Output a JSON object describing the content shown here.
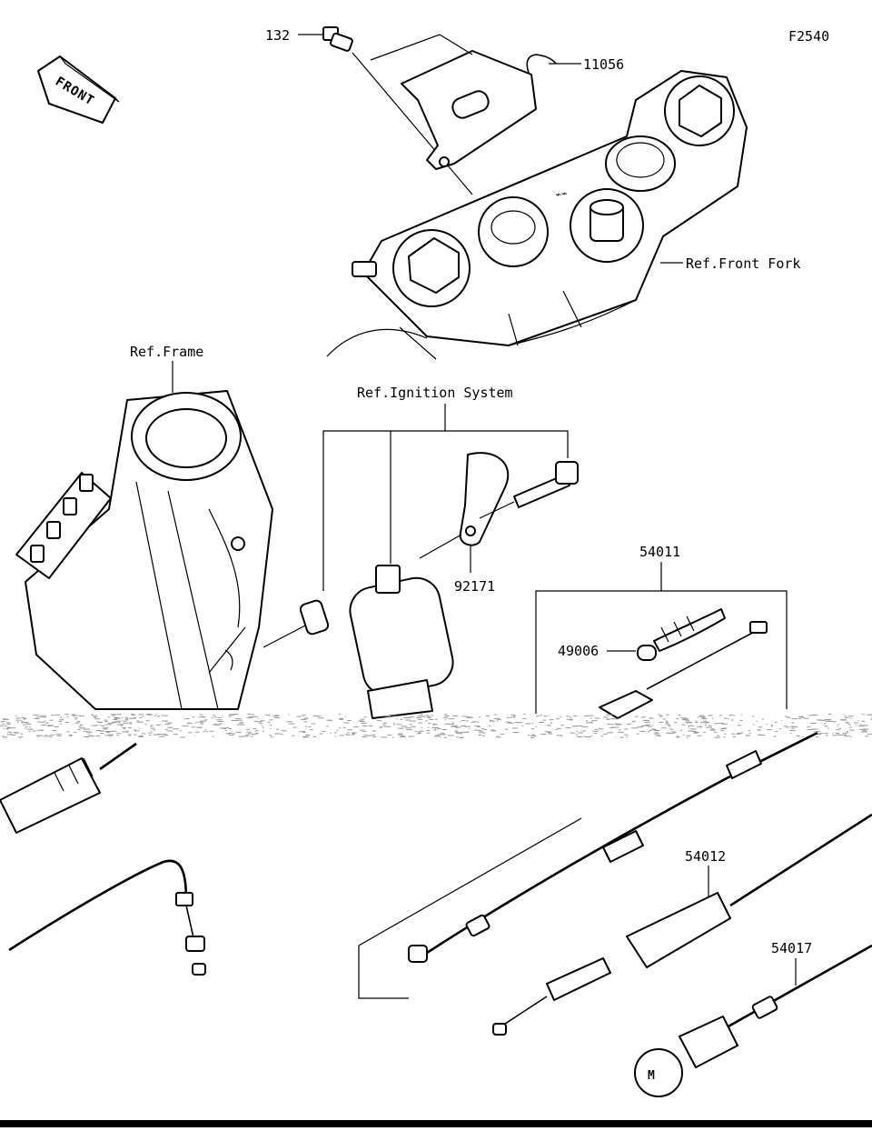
{
  "diagram_code": "F2540",
  "front_badge": "FRONT",
  "references": {
    "front_fork": "Ref.Front Fork",
    "frame": "Ref.Frame",
    "ignition": "Ref.Ignition System"
  },
  "part_numbers": {
    "p132": "132",
    "p11056": "11056",
    "p92171": "92171",
    "p54011": "54011",
    "p49006": "49006",
    "p54012": "54012",
    "p54017": "54017"
  },
  "colors": {
    "line": "#000000",
    "background": "#ffffff",
    "noise_band": "#9a9a9a"
  }
}
